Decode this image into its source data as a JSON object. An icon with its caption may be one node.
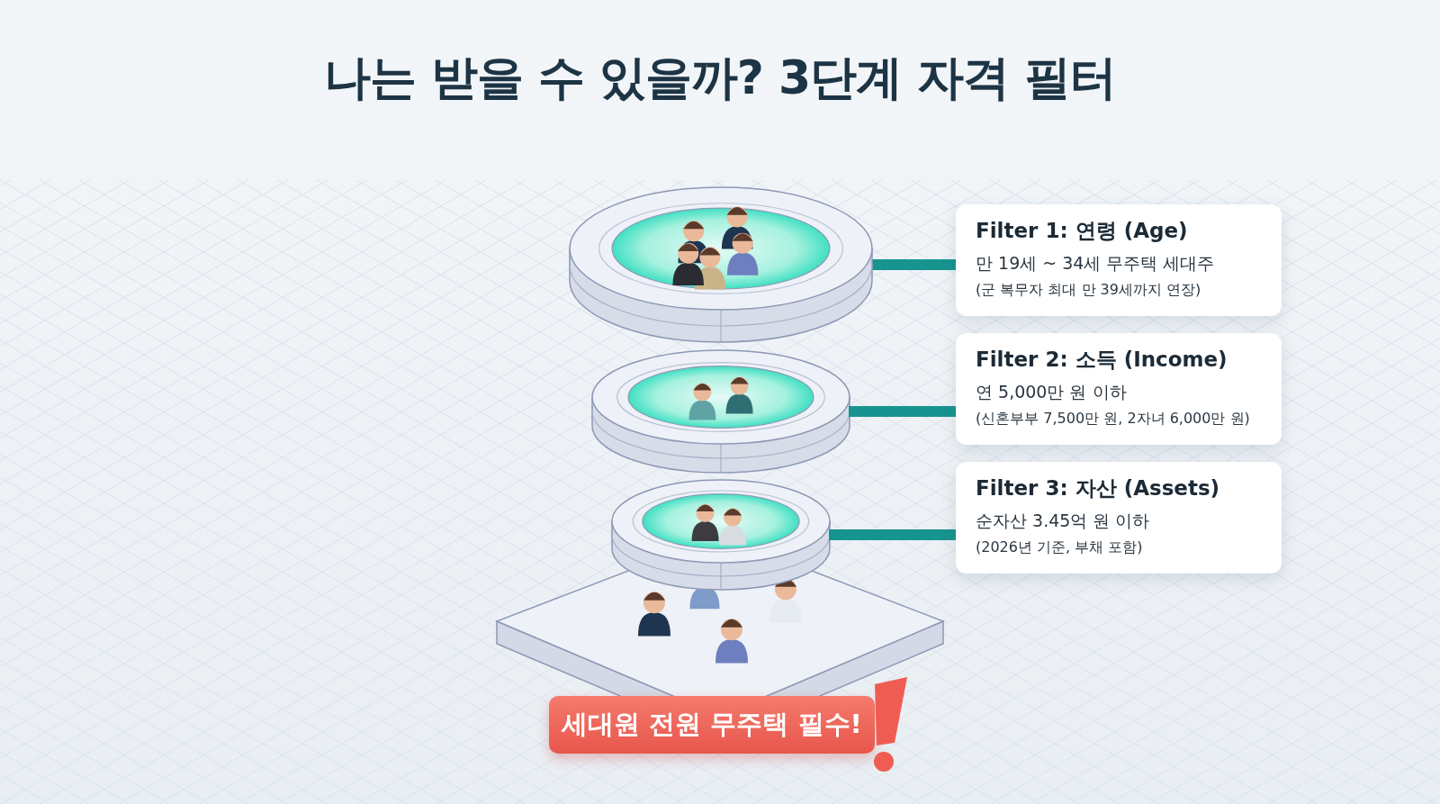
{
  "diagram": {
    "title": "나는 받을 수 있을까? 3단계 자격 필터",
    "nodes": [
      {
        "text": [],
        "shape": "ring"
      },
      {
        "text": [
          "Filter 1: 연령 (Age)",
          "만 19세 ~ 34세 무주택 세대주",
          "(군 복무자 최대 만 39세까지 연장)"
        ]
      },
      {
        "text": [],
        "shape": "ring"
      },
      {
        "text": [
          "Filter 2: 소득 (Income)",
          "연 5,000만 원 이하",
          "(신혼부부 7,500만 원, 2자녀 6,000만 원)"
        ]
      },
      {
        "text": [],
        "shape": "ring"
      },
      {
        "text": [
          "Filter 3: 자산 (Assets)",
          "순자산 3.45억 원 이하",
          "(2026년 기준, 부채 포함)"
        ]
      },
      {
        "text": [
          "세대원 전원 무주택 필수!"
        ]
      }
    ],
    "edges": [
      {
        "from": 1,
        "to": 0,
        "arrow": "none"
      },
      {
        "from": 3,
        "to": 2,
        "arrow": "none"
      },
      {
        "from": 5,
        "to": 4,
        "arrow": "none"
      }
    ]
  }
}
